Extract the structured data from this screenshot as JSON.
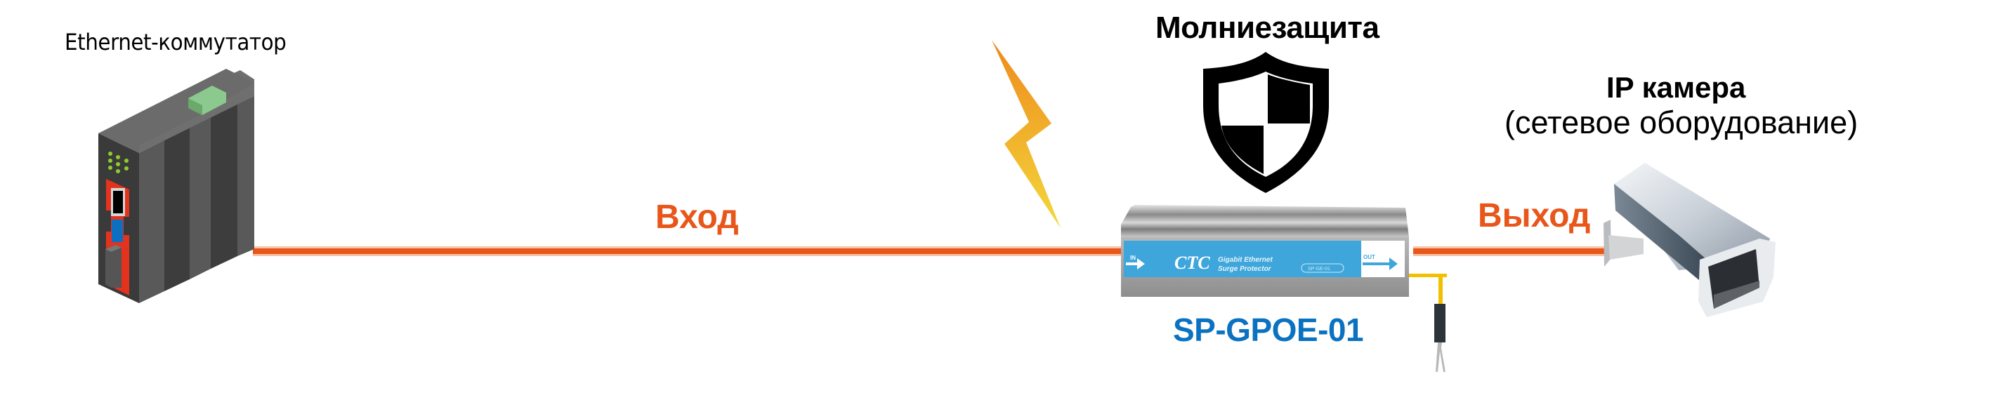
{
  "diagram": {
    "switch": {
      "label": "Ethernet-коммутатор"
    },
    "protection": {
      "label": "Молниезащита"
    },
    "camera": {
      "title": "IP камера",
      "subtitle": "(сетевое оборудование)"
    },
    "link_in": {
      "label": "Вход"
    },
    "link_out": {
      "label": "Выход"
    },
    "device": {
      "model": "SP-GPOE-01",
      "brand": "CTC",
      "desc_line1": "Gigabit Ethernet",
      "desc_line2": "Surge Protector",
      "port_in": "IN",
      "port_out": "OUT",
      "badge": "SP-GE-01"
    },
    "icons": [
      "switch-icon",
      "lightning-icon",
      "shield-icon",
      "surge-protector-icon",
      "ground-wire-icon",
      "ip-camera-icon"
    ],
    "colors": {
      "cable": "#e8561a",
      "label_accent": "#e8561a",
      "model_text": "#0a72c0",
      "device_band": "#3ea6db",
      "lightning_top": "#ee8a1c",
      "lightning_bottom": "#f3d23a"
    }
  }
}
